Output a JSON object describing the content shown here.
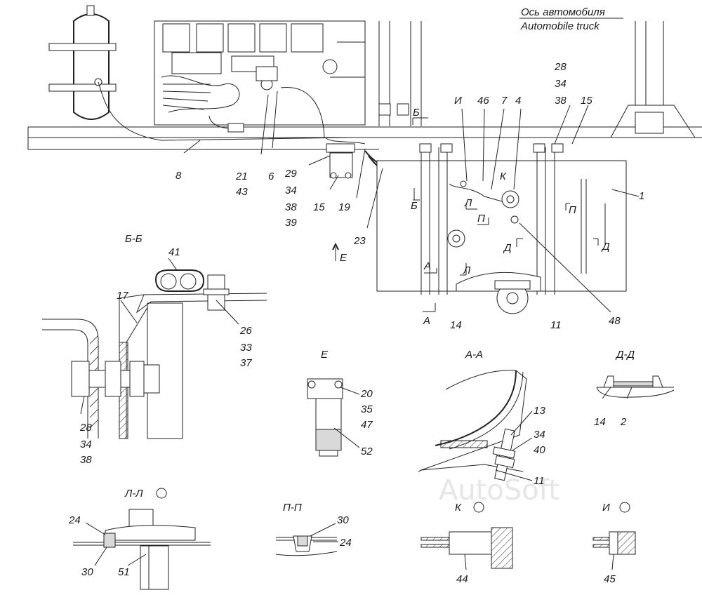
{
  "axis_caption": {
    "ru": "Ось автомобиля",
    "en": "Automobile truck"
  },
  "watermark": "AutoSoft",
  "section_titles": {
    "bb": "Б-Б",
    "e": "Е",
    "aa": "А-А",
    "dd": "Д-Д",
    "ll": "Л-Л",
    "pp": "П-П",
    "k": "К",
    "i": "И"
  },
  "main_callouts": {
    "c28_34_38": [
      "28",
      "34",
      "38"
    ],
    "c15_top": "15",
    "c4": "4",
    "c7": "7",
    "c46": "46",
    "c_I": "И",
    "c_B_cut": "Б",
    "c1": "1",
    "c_K": "К",
    "c8": "8",
    "c21_43": [
      "21",
      "43"
    ],
    "c6": "6",
    "c29_34_38_39": [
      "29",
      "34",
      "38",
      "39"
    ],
    "c15_low": "15",
    "c19": "19",
    "c23": "23",
    "c_E": "Е",
    "c_B_left": "Б",
    "c_L1": "Л",
    "c_P1": "П",
    "c_P2": "П",
    "c_D1": "Д",
    "c_D2": "Д",
    "c_A1": "А",
    "c_L2": "Л",
    "c_A2": "А",
    "c14": "14",
    "c11": "11",
    "c48": "48"
  },
  "bb_callouts": {
    "c41": "41",
    "c17": "17",
    "c26_33_37": [
      "26",
      "33",
      "37"
    ],
    "c28_34_38": [
      "28",
      "34",
      "38"
    ]
  },
  "e_callouts": {
    "c20_35_47": [
      "20",
      "35",
      "47"
    ],
    "c52": "52"
  },
  "aa_callouts": {
    "c13": "13",
    "c34_40": [
      "34",
      "40"
    ],
    "c11": "11"
  },
  "dd_callouts": {
    "c14": "14",
    "c2": "2"
  },
  "ll_callouts": {
    "c24": "24",
    "c30": "30",
    "c51": "51"
  },
  "pp_callouts": {
    "c30": "30",
    "c24": "24"
  },
  "k_callouts": {
    "c44": "44"
  },
  "i_callouts": {
    "c45": "45"
  }
}
